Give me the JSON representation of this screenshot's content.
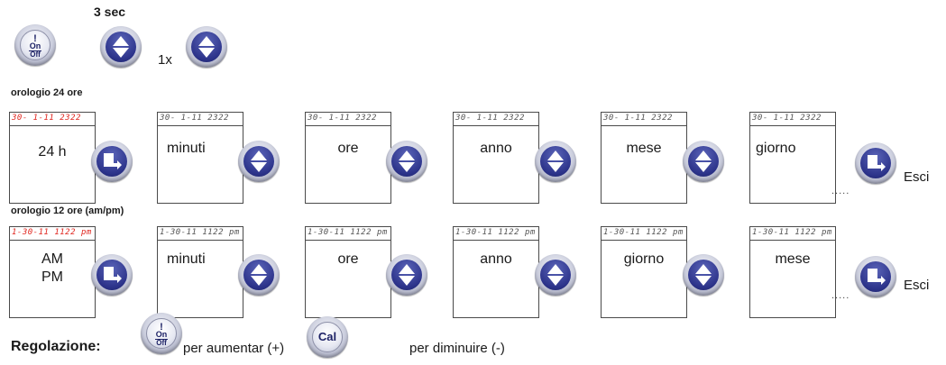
{
  "header": {
    "hold_time": "3 sec",
    "times": "1x"
  },
  "row1": {
    "title": "orologio 24 ore",
    "lcd_text": "30- 1-11 2322",
    "screens": [
      "24 h",
      "minuti",
      "ore",
      "anno",
      "mese",
      "giorno"
    ],
    "exit": "Esci"
  },
  "row2": {
    "title": "orologio 12 ore (am/pm)",
    "lcd_text": "1-30-11 1122 pm",
    "screens": [
      "AM",
      "PM",
      "minuti",
      "ore",
      "anno",
      "giorno",
      "mese"
    ],
    "exit": "Esci"
  },
  "dots": ".....",
  "footer": {
    "label": "Regolazione:",
    "increase": "per aumentar (+)",
    "decrease": "per diminuire (-)"
  },
  "buttons": {
    "on": "On",
    "off": "Off",
    "cal": "Cal",
    "alert": "!"
  },
  "colors": {
    "button_blue": "#2c338a",
    "lcd_highlight_red": "#e0261f"
  },
  "icons": [
    "on-off-button-icon",
    "up-down-button-icon",
    "enter-button-icon",
    "cal-button-icon"
  ]
}
